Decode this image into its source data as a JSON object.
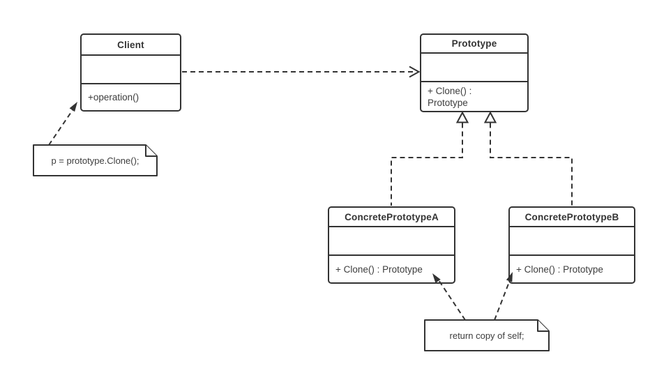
{
  "diagram": {
    "kind": "uml-class-diagram",
    "colors": {
      "stroke": "#333333",
      "text": "#3d3d3d",
      "background": "#ffffff"
    }
  },
  "classes": {
    "client": {
      "name": "Client",
      "attributes": "",
      "methods": [
        "+operation()"
      ]
    },
    "prototype": {
      "name": "Prototype",
      "attributes": "",
      "methods": [
        "+ Clone() : Prototype"
      ]
    },
    "concrete_a": {
      "name": "ConcretePrototypeA",
      "attributes": "",
      "methods": [
        "+ Clone() : Prototype"
      ]
    },
    "concrete_b": {
      "name": "ConcretePrototypeB",
      "attributes": "",
      "methods": [
        "+ Clone() : Prototype"
      ]
    }
  },
  "notes": {
    "client_note": {
      "text": "p = prototype.Clone();"
    },
    "clone_note": {
      "text": "return copy of self;"
    }
  },
  "relationships": [
    {
      "type": "dependency",
      "from": "Client",
      "to": "Prototype",
      "line": "dashed",
      "head": "open-arrow"
    },
    {
      "type": "realization",
      "from": "ConcretePrototypeA",
      "to": "Prototype",
      "line": "dashed",
      "head": "hollow-triangle"
    },
    {
      "type": "realization",
      "from": "ConcretePrototypeB",
      "to": "Prototype",
      "line": "dashed",
      "head": "hollow-triangle"
    },
    {
      "type": "note-anchor",
      "from": "client_note",
      "to": "Client",
      "line": "dashed",
      "head": "filled-arrow"
    },
    {
      "type": "note-anchor",
      "from": "clone_note",
      "to": "ConcretePrototypeA",
      "line": "dashed",
      "head": "filled-arrow"
    },
    {
      "type": "note-anchor",
      "from": "clone_note",
      "to": "ConcretePrototypeB",
      "line": "dashed",
      "head": "filled-arrow"
    }
  ]
}
